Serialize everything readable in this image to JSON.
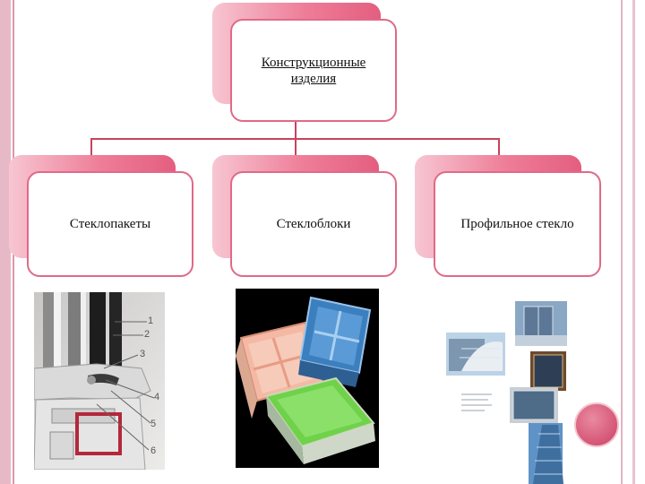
{
  "diagram": {
    "root": {
      "label_line1": "Конструкционные",
      "label_line2": "изделия"
    },
    "children": [
      {
        "label": "Стеклопакеты"
      },
      {
        "label": "Стеклоблоки"
      },
      {
        "label": "Профильное стекло"
      }
    ]
  },
  "photo_window": {
    "callouts": [
      "1",
      "2",
      "3",
      "4",
      "5",
      "6"
    ]
  }
}
